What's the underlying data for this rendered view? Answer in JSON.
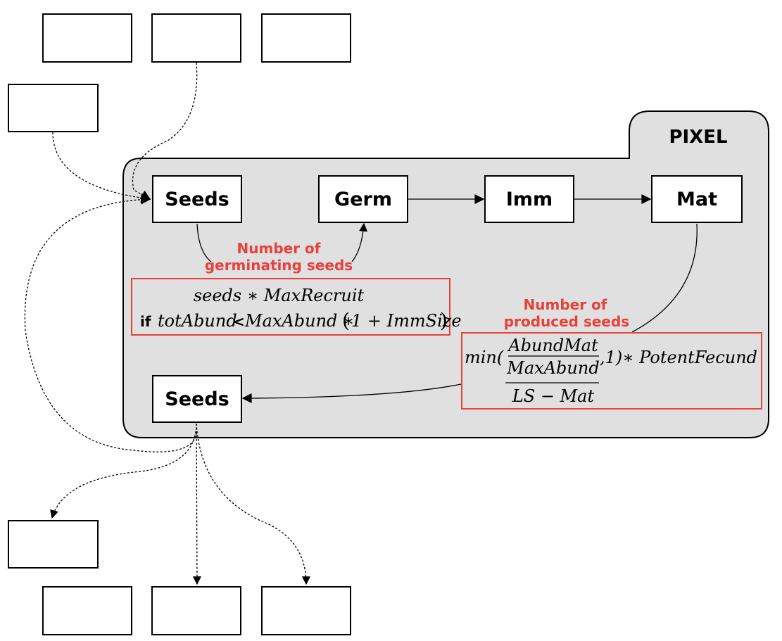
{
  "pixel": {
    "label": "PIXEL"
  },
  "stages": {
    "seeds_top": "Seeds",
    "germ": "Germ",
    "imm": "Imm",
    "mat": "Mat",
    "seeds_bottom": "Seeds"
  },
  "annotations": {
    "germination_line1": "Number of",
    "germination_line2": "germinating seeds",
    "production_line1": "Number of",
    "production_line2": "produced seeds"
  },
  "formula_germination": {
    "line1": "seeds ∗ MaxRecruit",
    "keyword": "if",
    "cond_left": "totAbund",
    "cond_op": "<",
    "cond_right": "MaxAbund ∗ ",
    "paren_open": "(",
    "paren_content": "1 + ImmSize",
    "paren_close": ")"
  },
  "formula_production": {
    "min_open": "min(",
    "numerator": "AbundMat",
    "denominator": "MaxAbund",
    "tail": ",1)∗ PotentFecund",
    "outer_denominator": "LS − Mat"
  },
  "colors": {
    "accent_red": "#e8413c",
    "pixel_fill": "#e0e0e0"
  }
}
